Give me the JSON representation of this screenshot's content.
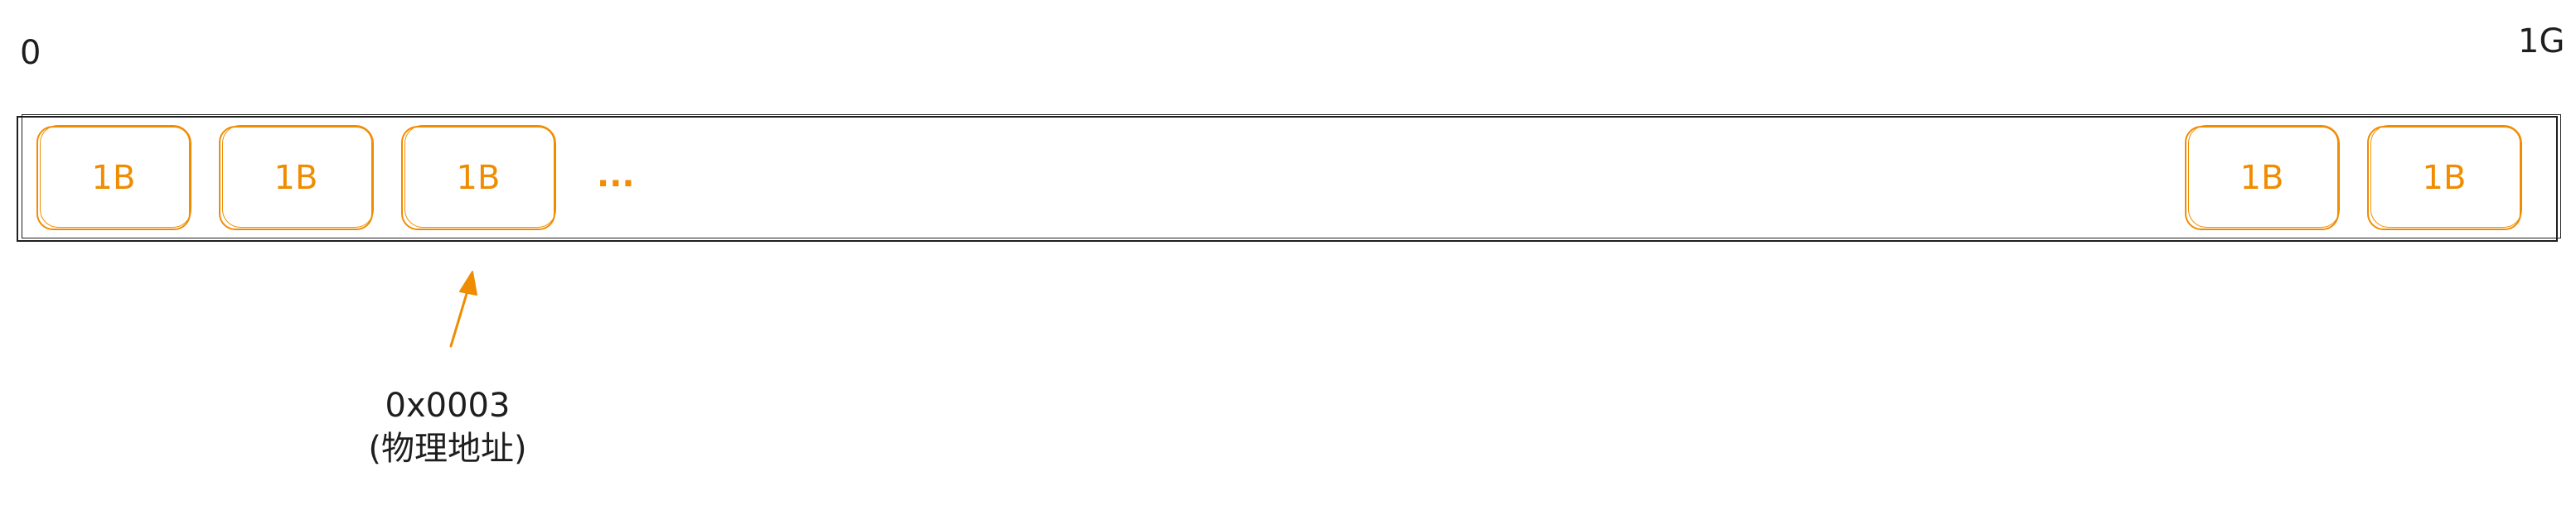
{
  "axis": {
    "start_label": "0",
    "end_label": "1G"
  },
  "cells": [
    {
      "label": "1B"
    },
    {
      "label": "1B"
    },
    {
      "label": "1B"
    },
    {
      "label": "1B"
    },
    {
      "label": "1B"
    }
  ],
  "ellipsis": "...",
  "pointer": {
    "address": "0x0003",
    "note": "(物理地址)"
  },
  "colors": {
    "accent": "#f08c00",
    "stroke": "#1e1e1e",
    "background": "#ffffff"
  }
}
